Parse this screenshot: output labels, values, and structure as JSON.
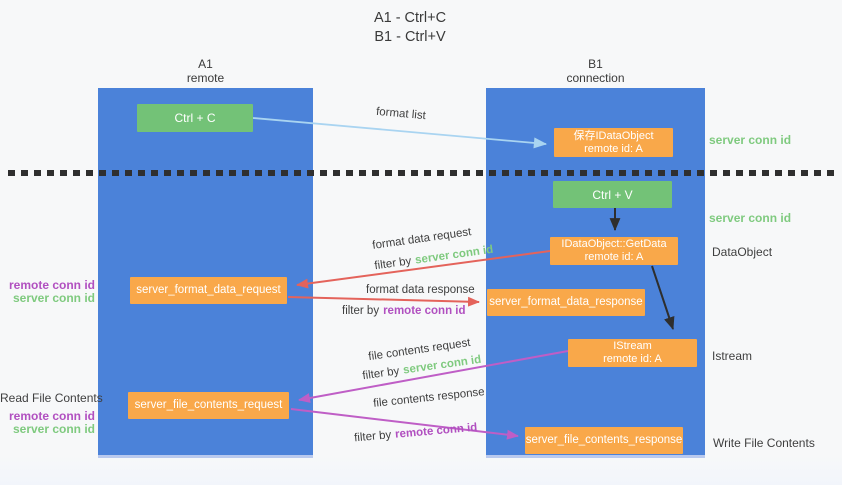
{
  "title": {
    "line1": "A1 - Ctrl+C",
    "line2": "B1 - Ctrl+V"
  },
  "lifelines": {
    "left": {
      "title": "A1",
      "subtitle": "remote"
    },
    "right": {
      "title": "B1",
      "subtitle": "connection"
    }
  },
  "boxes": {
    "ctrl_c": {
      "label": "Ctrl + C"
    },
    "save_dataobject": {
      "line1": "保存IDataObject",
      "line2": "remote id: A"
    },
    "ctrl_v": {
      "label": "Ctrl + V"
    },
    "getdata": {
      "line1": "IDataObject::GetData",
      "line2": "remote id: A"
    },
    "format_request": {
      "label": "server_format_data_request"
    },
    "format_response": {
      "label": "server_format_data_response"
    },
    "istream": {
      "line1": "IStream",
      "line2": "remote id: A"
    },
    "file_request": {
      "label": "server_file_contents_request"
    },
    "file_response": {
      "label": "server_file_contents_response"
    }
  },
  "annotations": {
    "right": {
      "server_conn_top": "server conn id",
      "server_conn_mid": "server conn id",
      "dataobject": "DataObject",
      "istream": "Istream",
      "write_file_contents": "Write File Contents"
    },
    "left": {
      "format_remote_conn": "remote conn id",
      "format_server_conn": "server conn id",
      "read_file_contents": "Read File Contents",
      "file_remote_conn": "remote conn id",
      "file_server_conn": "server conn id"
    }
  },
  "flow_labels": {
    "format_list": "format list",
    "format_data_request": "format data request",
    "format_request_filter_prefix": "filter by",
    "format_request_filter_key": "server conn id",
    "format_data_response": "format data response",
    "format_response_filter_prefix": "filter by",
    "format_response_filter_key": "remote conn id",
    "file_contents_request": "file contents request",
    "file_request_filter_prefix": "filter by",
    "file_request_filter_key": "server conn id",
    "file_contents_response": "file contents response",
    "file_response_filter_prefix": "filter by",
    "file_response_filter_key": "remote conn id"
  },
  "colors": {
    "lifeline_blue": "#4b82d9",
    "box_orange": "#f9a84a",
    "box_green": "#73c277",
    "arrow_red": "#e4635b",
    "arrow_purple": "#bf5ec6",
    "arrow_light_blue": "#a9d4f1",
    "arrow_black": "#2e2e2e",
    "label_green": "#7fca7f",
    "label_purple": "#b150c0",
    "text_dark": "#3c3c3c"
  }
}
